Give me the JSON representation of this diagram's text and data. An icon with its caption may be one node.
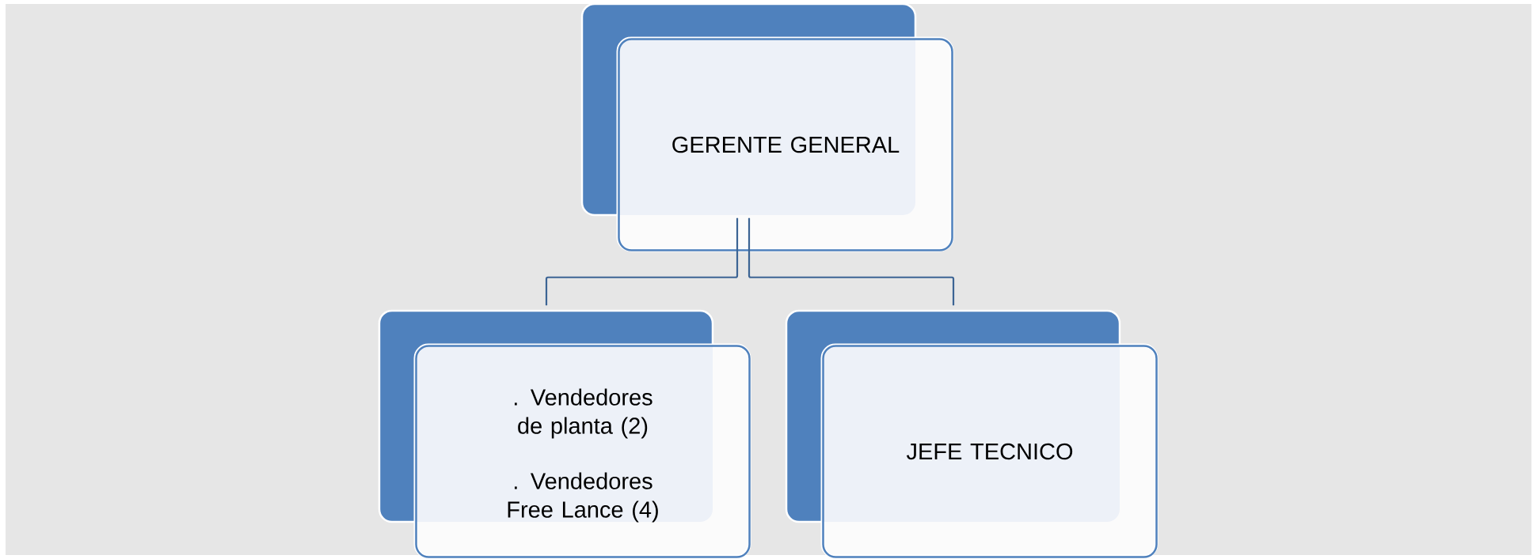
{
  "diagram": {
    "nodes": [
      {
        "text": [
          "GERENTE GENERAL"
        ]
      },
      {
        "text": [
          ". Vendedores de planta (2)",
          ". Vendedores Free Lance (4)"
        ]
      },
      {
        "text": [
          "JEFE TECNICO"
        ]
      }
    ],
    "edges": [
      {
        "from": 0,
        "to": 1,
        "arrow": "none"
      },
      {
        "from": 0,
        "to": 2,
        "arrow": "none"
      }
    ]
  }
}
